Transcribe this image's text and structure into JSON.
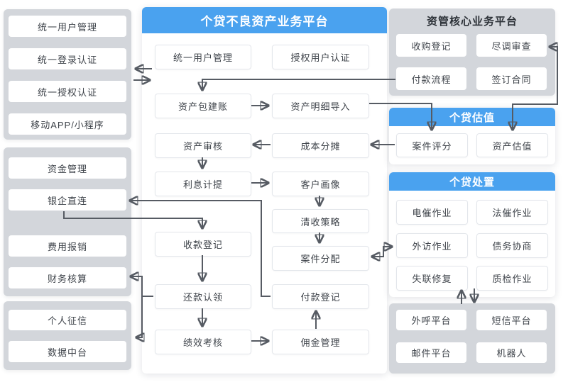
{
  "left_column": {
    "auth_panel": {
      "items": [
        "统一用户管理",
        "统一登录认证",
        "统一授权认证",
        "移动APP/小程序"
      ]
    },
    "finance_panel": {
      "items": [
        "资金管理",
        "银企直连",
        "费用报销",
        "财务核算"
      ]
    },
    "data_panel": {
      "items": [
        "个人征信",
        "数据中台"
      ]
    }
  },
  "main_panel": {
    "title": "个贷不良资产业务平台",
    "boxes": [
      "统一用户管理",
      "授权用户认证",
      "资产包建账",
      "资产明细导入",
      "资产审核",
      "成本分摊",
      "利息计提",
      "客户画像",
      "清收策略",
      "收款登记",
      "案件分配",
      "还款认领",
      "付款登记",
      "绩效考核",
      "佣金管理"
    ]
  },
  "right_column": {
    "core_panel": {
      "title": "资管核心业务平台",
      "items": [
        "收购登记",
        "尽调审查",
        "付款流程",
        "签订合同"
      ]
    },
    "valuation_panel": {
      "title": "个贷估值",
      "items": [
        "案件评分",
        "资产估值"
      ]
    },
    "disposal_panel": {
      "title": "个贷处置",
      "items": [
        "电催作业",
        "法催作业",
        "外访作业",
        "债务协商",
        "失联修复",
        "质检作业"
      ]
    },
    "channel_panel": {
      "items": [
        "外呼平台",
        "短信平台",
        "邮件平台",
        "机器人"
      ]
    }
  },
  "colors": {
    "accent_blue": "#4aa2ef",
    "panel_gray": "#d3d6db",
    "arrow_gray": "#565b63",
    "box_border": "#e3e6eb",
    "text": "#3e434a"
  }
}
